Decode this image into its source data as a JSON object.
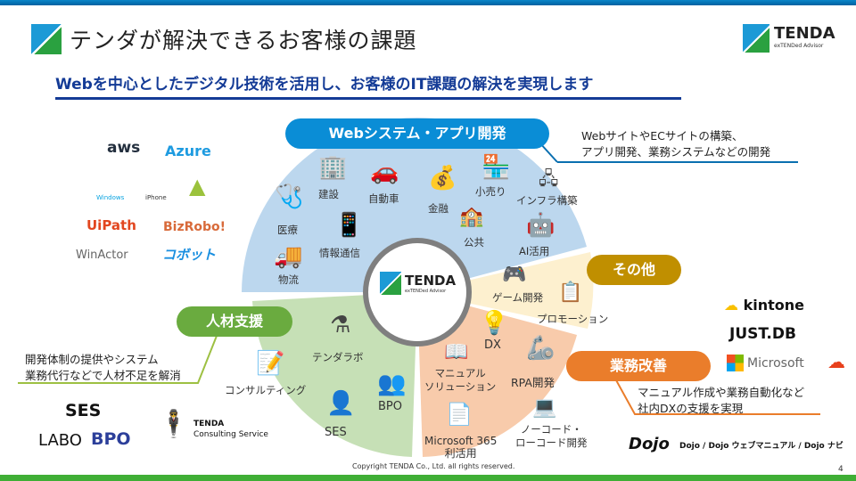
{
  "header": {
    "title": "テンダが解決できるお客様の課題",
    "subtitle": "Webを中心としたデジタル技術を活用し、お客様のIT課題の解決を実現します",
    "brand": {
      "name": "TENDA",
      "tagline": "exTENDed Advisor"
    }
  },
  "colors": {
    "web": "#0a8dd6",
    "other": "#c08f00",
    "hr": "#6aab3f",
    "biz": "#ea7d2b",
    "subtitle": "#143b96"
  },
  "center": {
    "name": "TENDA",
    "tagline": "exTENDed Advisor"
  },
  "web": {
    "label": "Webシステム・アプリ開発",
    "desc": [
      "WebサイトやECサイトの構築、",
      "アプリ開発、業務システムなどの開発"
    ],
    "items": [
      "建設",
      "自動車",
      "金融",
      "小売り",
      "インフラ構築",
      "医療",
      "情報通信",
      "公共",
      "AI活用",
      "物流"
    ]
  },
  "other": {
    "label": "その他",
    "items": [
      "ゲーム開発",
      "プロモーション"
    ]
  },
  "hr": {
    "label": "人材支援",
    "desc": [
      "開発体制の提供やシステム",
      "業務代行などで人材不足を解消"
    ],
    "items": [
      "テンダラボ",
      "コンサルティング",
      "BPO",
      "SES"
    ]
  },
  "biz": {
    "label": "業務改善",
    "desc": [
      "マニュアル作成や業務自動化など",
      "社内DXの支援を実現"
    ],
    "items": [
      "DX",
      "マニュアル\nソリューション",
      "RPA開発",
      "Microsoft 365\n利活用",
      "ノーコード・\nローコード開発"
    ]
  },
  "logos_left": [
    "aws",
    "Azure",
    "Windows",
    "iPhone",
    "UiPath",
    "BizRobo!",
    "WinActor",
    "コボット"
  ],
  "logos_hr": [
    "SES",
    "LABO",
    "BPO",
    "TENDA",
    "Consulting Service"
  ],
  "logos_right": [
    "kintone",
    "JUST.DB",
    "Microsoft",
    "Dojo",
    "Dojo / Dojo ウェブマニュアル / Dojo ナビ"
  ],
  "footer": {
    "copyright": "Copyright TENDA Co., Ltd. all rights reserved.",
    "page": "4"
  }
}
